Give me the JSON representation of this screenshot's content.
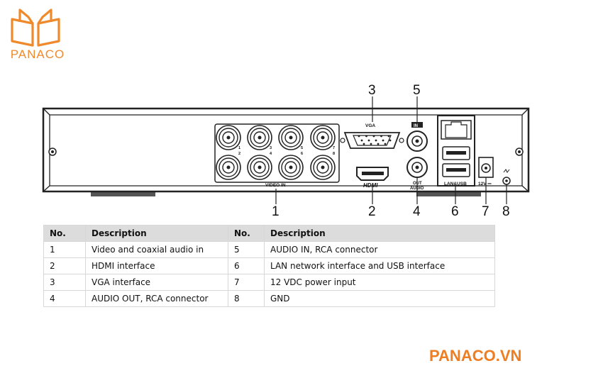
{
  "brand": {
    "logo_text": "PANACO",
    "footer_text": "PANACO.VN",
    "color": "#ef7d22"
  },
  "device": {
    "labels": {
      "vga": "VGA",
      "hdmi": "HDMI",
      "audio": "AUDIO",
      "in": "IN",
      "out": "OUT",
      "lan_usb": "LAN&USB",
      "power": "12V ⎓",
      "video_in": "VIDEO IN",
      "ports": [
        "1",
        "2",
        "3",
        "4",
        "5",
        "6",
        "7",
        "8"
      ]
    },
    "callouts": [
      "1",
      "2",
      "3",
      "4",
      "5",
      "6",
      "7",
      "8"
    ]
  },
  "table": {
    "headers": [
      "No.",
      "Description",
      "No.",
      "Description"
    ],
    "rows": [
      [
        "1",
        "Video and coaxial audio in",
        "5",
        "AUDIO IN, RCA connector"
      ],
      [
        "2",
        "HDMI interface",
        "6",
        "LAN network interface and USB interface"
      ],
      [
        "3",
        "VGA interface",
        "7",
        "12 VDC power input"
      ],
      [
        "4",
        "AUDIO OUT, RCA connector",
        "8",
        "GND"
      ]
    ]
  }
}
